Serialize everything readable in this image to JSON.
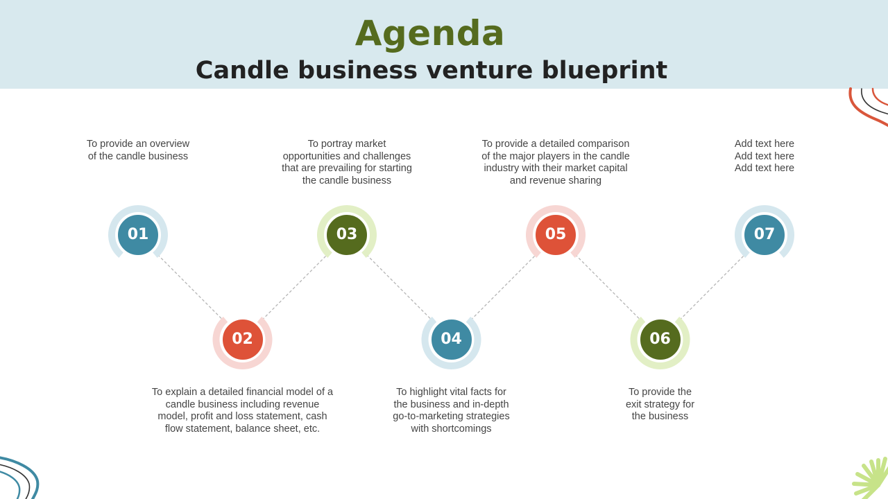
{
  "title": "Agenda",
  "subtitle": "Candle business venture blueprint",
  "colors": {
    "header_bg": "#d8e9ee",
    "title": "#556b1e",
    "teal": "#3f8aa3",
    "teal_ring": "#d5e7ee",
    "red": "#de5238",
    "red_ring": "#f7d6d3",
    "olive": "#556b1e",
    "olive_ring": "#e2efc5"
  },
  "steps": [
    {
      "number": "01",
      "text": "To provide an overview\nof the candle business",
      "color": "teal",
      "position": "top"
    },
    {
      "number": "02",
      "text": "To explain a detailed financial model of a\ncandle business including revenue\nmodel, profit and loss statement, cash\nflow statement, balance sheet, etc.",
      "color": "red",
      "position": "bottom"
    },
    {
      "number": "03",
      "text": "To portray market\nopportunities and challenges\nthat are prevailing for starting\nthe candle business",
      "color": "olive",
      "position": "top"
    },
    {
      "number": "04",
      "text": "To highlight vital facts for\nthe business and in-depth\ngo-to-marketing strategies\nwith shortcomings",
      "color": "teal",
      "position": "bottom"
    },
    {
      "number": "05",
      "text": "To provide a detailed comparison\nof the major players in the candle\nindustry with their market capital\nand revenue sharing",
      "color": "red",
      "position": "top"
    },
    {
      "number": "06",
      "text": "To provide the\nexit strategy for\nthe business",
      "color": "olive",
      "position": "bottom"
    },
    {
      "number": "07",
      "text": "Add text here\nAdd text here\nAdd text here",
      "color": "teal",
      "position": "top"
    }
  ]
}
